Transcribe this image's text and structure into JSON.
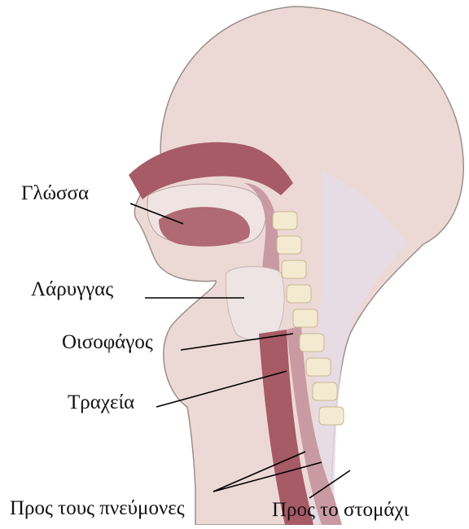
{
  "diagram": {
    "labels": {
      "tongue": "Γλώσσα",
      "larynx": "Λάρυγγας",
      "esophagus": "Οισοφάγος",
      "trachea": "Τραχεία",
      "to_lungs": "Προς τους πνεύμονες",
      "to_stomach": "Προς το στομάχι"
    },
    "colors": {
      "skin": "#ecd9d6",
      "skin_outline": "#9b8f8c",
      "tissue": "#a65b66",
      "tissue_dark": "#8a3f4c",
      "bone": "#f3ead1",
      "cartilage": "#efe4e4",
      "airway": "#c99aa1",
      "leader_line": "#000000"
    }
  }
}
